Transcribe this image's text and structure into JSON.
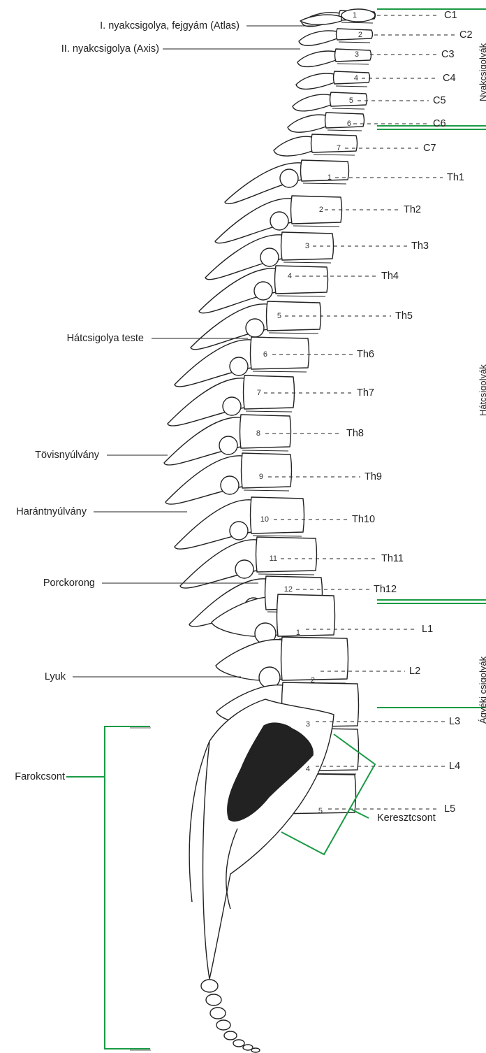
{
  "colors": {
    "accent": "#1a9a45",
    "line": "#222222",
    "bone": "#ffffff",
    "dark": "#222222"
  },
  "labels": {
    "atlas": "I. nyakcsigolya, fejgyám (Atlas)",
    "axis": "II. nyakcsigolya (Axis)",
    "body": "Hátcsigolya teste",
    "spinous": "Tövisnyúlvány",
    "transverse": "Harántnyúlvány",
    "disc": "Porckorong",
    "foramen": "Lyuk",
    "coccyx": "Farokcsont",
    "sacrum": "Keresztcsont"
  },
  "regions": {
    "cervical": "Nyakcsigolyák",
    "thoracic": "Hátcsigolyák",
    "lumbar": "Ágyéki csigolyák"
  },
  "vertebrae": [
    {
      "num": "1",
      "code": "C1"
    },
    {
      "num": "2",
      "code": "C2"
    },
    {
      "num": "3",
      "code": "C3"
    },
    {
      "num": "4",
      "code": "C4"
    },
    {
      "num": "5",
      "code": "C5"
    },
    {
      "num": "6",
      "code": "C6"
    },
    {
      "num": "7",
      "code": "C7"
    },
    {
      "num": "1",
      "code": "Th1"
    },
    {
      "num": "2",
      "code": "Th2"
    },
    {
      "num": "3",
      "code": "Th3"
    },
    {
      "num": "4",
      "code": "Th4"
    },
    {
      "num": "5",
      "code": "Th5"
    },
    {
      "num": "6",
      "code": "Th6"
    },
    {
      "num": "7",
      "code": "Th7"
    },
    {
      "num": "8",
      "code": "Th8"
    },
    {
      "num": "9",
      "code": "Th9"
    },
    {
      "num": "10",
      "code": "Th10"
    },
    {
      "num": "11",
      "code": "Th11"
    },
    {
      "num": "12",
      "code": "Th12"
    },
    {
      "num": "1",
      "code": "L1"
    },
    {
      "num": "2",
      "code": "L2"
    },
    {
      "num": "3",
      "code": "L3"
    },
    {
      "num": "4",
      "code": "L4"
    },
    {
      "num": "5",
      "code": "L5"
    }
  ]
}
